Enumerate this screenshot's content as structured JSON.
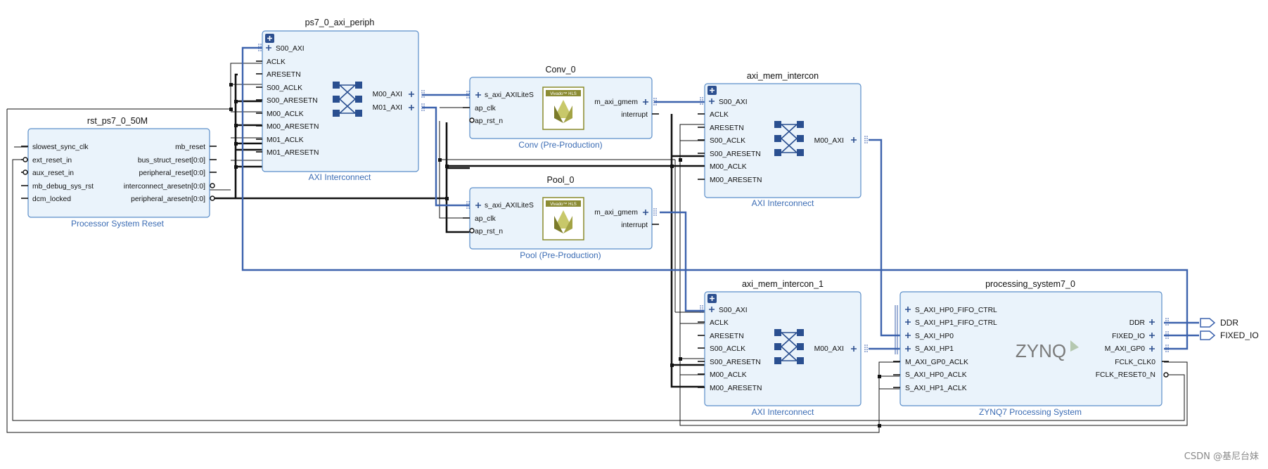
{
  "blocks": {
    "ps7_periph": {
      "title": "ps7_0_axi_periph",
      "caption": "AXI Interconnect",
      "ports_left": [
        "S00_AXI",
        "ACLK",
        "ARESETN",
        "S00_ACLK",
        "S00_ARESETN",
        "M00_ACLK",
        "M00_ARESETN",
        "M01_ACLK",
        "M01_ARESETN"
      ],
      "ports_right": [
        "M00_AXI",
        "M01_AXI"
      ]
    },
    "rst": {
      "title": "rst_ps7_0_50M",
      "caption": "Processor System Reset",
      "ports_left": [
        "slowest_sync_clk",
        "ext_reset_in",
        "aux_reset_in",
        "mb_debug_sys_rst",
        "dcm_locked"
      ],
      "ports_right": [
        "mb_reset",
        "bus_struct_reset[0:0]",
        "peripheral_reset[0:0]",
        "interconnect_aresetn[0:0]",
        "peripheral_aresetn[0:0]"
      ]
    },
    "conv": {
      "title": "Conv_0",
      "caption": "Conv (Pre-Production)",
      "ports_left": [
        "s_axi_AXILiteS",
        "ap_clk",
        "ap_rst_n"
      ],
      "ports_right": [
        "m_axi_gmem",
        "interrupt"
      ],
      "logo": "Vivado™ HLS"
    },
    "pool": {
      "title": "Pool_0",
      "caption": "Pool (Pre-Production)",
      "ports_left": [
        "s_axi_AXILiteS",
        "ap_clk",
        "ap_rst_n"
      ],
      "ports_right": [
        "m_axi_gmem",
        "interrupt"
      ],
      "logo": "Vivado™ HLS"
    },
    "mem0": {
      "title": "axi_mem_intercon",
      "caption": "AXI Interconnect",
      "ports_left": [
        "S00_AXI",
        "ACLK",
        "ARESETN",
        "S00_ACLK",
        "S00_ARESETN",
        "M00_ACLK",
        "M00_ARESETN"
      ],
      "ports_right": [
        "M00_AXI"
      ]
    },
    "mem1": {
      "title": "axi_mem_intercon_1",
      "caption": "AXI Interconnect",
      "ports_left": [
        "S00_AXI",
        "ACLK",
        "ARESETN",
        "S00_ACLK",
        "S00_ARESETN",
        "M00_ACLK",
        "M00_ARESETN"
      ],
      "ports_right": [
        "M00_AXI"
      ]
    },
    "ps7": {
      "title": "processing_system7_0",
      "caption": "ZYNQ7 Processing System",
      "ports_left": [
        "S_AXI_HP0_FIFO_CTRL",
        "S_AXI_HP1_FIFO_CTRL",
        "S_AXI_HP0",
        "S_AXI_HP1",
        "M_AXI_GP0_ACLK",
        "S_AXI_HP0_ACLK",
        "S_AXI_HP1_ACLK"
      ],
      "ports_right": [
        "DDR",
        "FIXED_IO",
        "M_AXI_GP0",
        "FCLK_CLK0",
        "FCLK_RESET0_N"
      ],
      "logo": "ZYNQ"
    }
  },
  "external_ports": [
    "DDR",
    "FIXED_IO"
  ],
  "watermark": "CSDN @基尼台妹",
  "colors": {
    "wire_axi": "#3c62ad",
    "wire_signal": "#111111",
    "block_fill": "#eaf3fb",
    "block_border": "#5b8ec9",
    "caption": "#3b6cb4"
  }
}
